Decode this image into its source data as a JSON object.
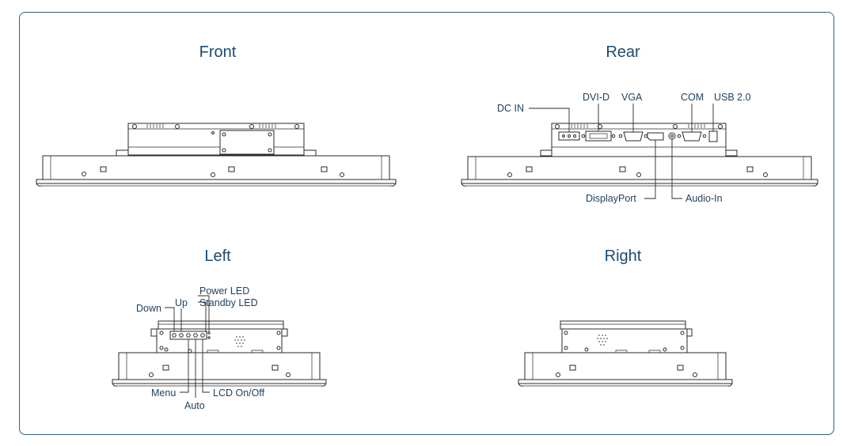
{
  "views": {
    "front": {
      "title": "Front"
    },
    "rear": {
      "title": "Rear"
    },
    "left": {
      "title": "Left"
    },
    "right": {
      "title": "Right"
    }
  },
  "rear_labels": {
    "dc_in": "DC IN",
    "dvi_d": "DVI-D",
    "vga": "VGA",
    "com": "COM",
    "usb": "USB 2.0",
    "displayport": "DisplayPort",
    "audio_in": "Audio-In"
  },
  "left_labels": {
    "down": "Down",
    "up": "Up",
    "power_led": "Power LED",
    "standby_led": "Standby LED",
    "menu": "Menu",
    "auto": "Auto",
    "lcd": "LCD On/Off"
  },
  "colors": {
    "frame": "#2e5f82",
    "title": "#1d4a6e",
    "label": "#1d3f5e",
    "line": "#2a2a2a"
  }
}
